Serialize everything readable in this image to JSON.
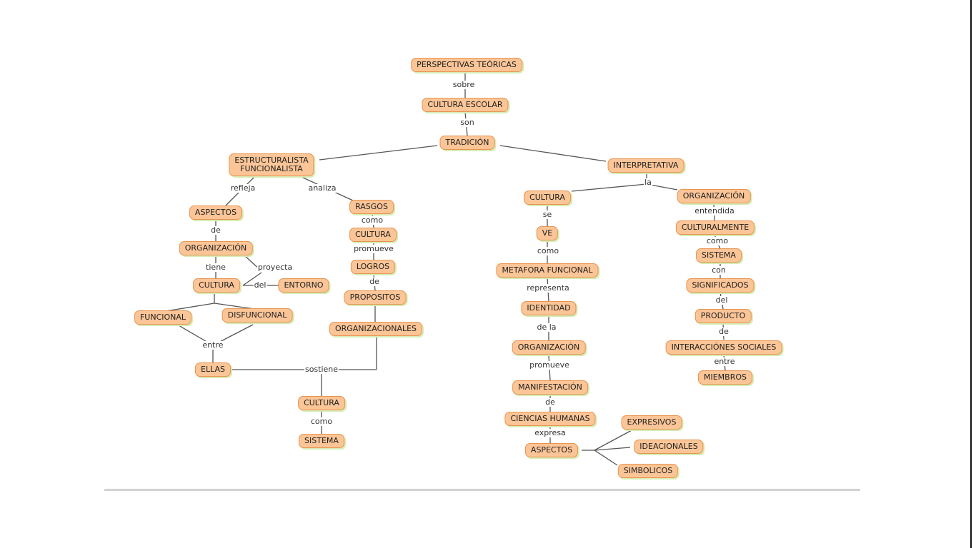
{
  "nodes": {
    "perspectivas": "PERSPECTIVAS TEÓRICAS",
    "cultura_escolar": "CULTURA ESCOLAR",
    "tradicion": "TRADICIÓN",
    "estructuralista": "ESTRUCTURALISTA\nFUNCIONALISTA",
    "interpretativa": "INTERPRETATIVA",
    "aspectos_l": "ASPECTOS",
    "organizacion_l": "ORGANIZACIÓN",
    "cultura_l": "CULTURA",
    "entorno": "ENTORNO",
    "funcional": "FUNCIONAL",
    "disfuncional": "DISFUNCIONAL",
    "ellas": "ELLAS",
    "rasgos": "RASGOS",
    "cultura_m": "CULTURA",
    "logros": "LOGROS",
    "propositos": "PROPOSITOS",
    "organizacionales": "ORGANIZACIONALES",
    "cultura_b": "CULTURA",
    "sistema_b": "SISTEMA",
    "cultura_r": "CULTURA",
    "ve": "VE",
    "metafora": "METAFORA FUNCIONAL",
    "identidad": "IDENTIDAD",
    "organizacion_r": "ORGANIZACIÓN",
    "manifestacion": "MANIFESTACIÓN",
    "ciencias": "CIENCIAS HUMANAS",
    "aspectos_r": "ASPECTOS",
    "expresivos": "EXPRESIVOS",
    "ideacionales": "IDEACIONALES",
    "simbolicos": "SIMBOLICOS",
    "organizacion_rr": "ORGANIZACIÓN",
    "culturalmente": "CULTURALMENTE",
    "sistema_rr": "SISTEMA",
    "significados": "SIGNIFICADOS",
    "producto": "PRODUCTO",
    "interacciones": "INTERACCIÓNES SOCIALES",
    "miembros": "MIEMBROS"
  },
  "links": {
    "sobre": "sobre",
    "son": "son",
    "refleja": "refleja",
    "analiza": "analiza",
    "la": "la",
    "de_1": "de",
    "tiene": "tiene",
    "proyecta": "proyecta",
    "del_1": "del",
    "entre_1": "entre",
    "sostiene": "sostiene",
    "como_1": "como",
    "promueve_1": "promueve",
    "de_2": "de",
    "como_2": "como",
    "se": "se",
    "como_3": "como",
    "representa": "representa",
    "de_la": "de la",
    "promueve_2": "promueve",
    "de_3": "de",
    "expresa": "expresa",
    "entendida": "entendida",
    "como_4": "como",
    "con": "con",
    "del_2": "del",
    "de_4": "de",
    "entre_2": "entre"
  }
}
